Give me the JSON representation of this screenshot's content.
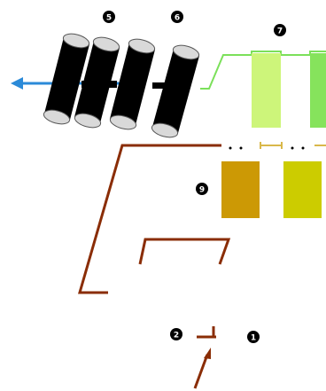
{
  "diagram": {
    "labels": [
      {
        "id": "top-left",
        "text": "5"
      },
      {
        "id": "top-middle",
        "text": "6"
      },
      {
        "id": "top-right",
        "text": "7"
      },
      {
        "id": "middle-left",
        "text": "9"
      },
      {
        "id": "bottom-left",
        "text": "2"
      },
      {
        "id": "bottom-right",
        "text": "1"
      }
    ],
    "colors": {
      "cylinder_body": "#000000",
      "cylinder_cap": "#d9d9d9",
      "arrow_blue": "#2b8ad8",
      "green_line": "#7be05a",
      "panel_green_light": "#cdf57a",
      "panel_green_bright": "#86e35c",
      "brown_line": "#8a2d06",
      "tan_block": "#cc9905",
      "yellow_block": "#cccc00",
      "yellow_line": "#d9b84a"
    }
  }
}
